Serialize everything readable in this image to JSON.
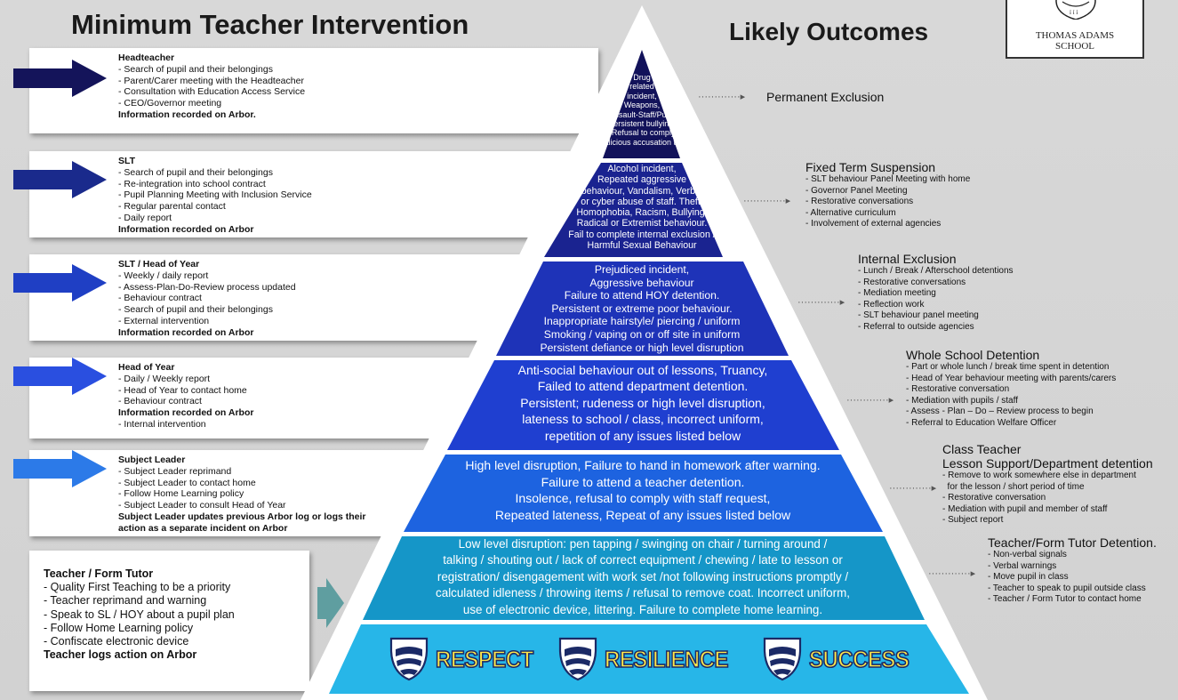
{
  "titles": {
    "main": "Minimum Teacher Intervention",
    "outcomes": "Likely Outcomes"
  },
  "logo": {
    "line1": "THOMAS ADAMS",
    "line2": "SCHOOL"
  },
  "interventions": [
    {
      "title": "Headteacher",
      "items": [
        "- Search of pupil and their belongings",
        "- Parent/Carer meeting with the Headteacher",
        "- Consultation with Education Access Service",
        "- CEO/Governor meeting"
      ],
      "info": "Information recorded on Arbor.",
      "extra": [],
      "arrow_color": "#14145a"
    },
    {
      "title": "SLT",
      "items": [
        "- Search of pupil and their belongings",
        "- Re-integration into school contract",
        "- Pupil Planning Meeting with Inclusion Service",
        "- Regular parental contact",
        "- Daily report"
      ],
      "info": "Information recorded on Arbor",
      "extra": [],
      "arrow_color": "#1a2a8c"
    },
    {
      "title": "SLT / Head of Year",
      "items": [
        "- Weekly / daily report",
        "- Assess-Plan-Do-Review process updated",
        "- Behaviour contract",
        "- Search of pupil and their belongings",
        "- External intervention"
      ],
      "info": "Information recorded on Arbor",
      "extra": [],
      "arrow_color": "#1f3fc4"
    },
    {
      "title": "Head of Year",
      "items": [
        "- Daily / Weekly report",
        "- Head of Year to contact home",
        "- Behaviour contract"
      ],
      "info": "Information recorded on Arbor",
      "extra": [
        "- Internal intervention"
      ],
      "arrow_color": "#2a4fe0"
    },
    {
      "title": "Subject Leader",
      "items": [
        "- Subject Leader reprimand",
        "- Subject Leader to contact home",
        "- Follow Home Learning policy",
        "- Subject Leader to consult Head of Year"
      ],
      "info": "Subject Leader updates previous Arbor log or logs their",
      "info2": "action as a separate incident on Arbor",
      "extra": [],
      "arrow_color": "#2c7ae8"
    }
  ],
  "tutor": {
    "title": "Teacher / Form Tutor",
    "items": [
      "- Quality First Teaching to be a priority",
      "- Teacher reprimand and warning",
      "- Speak to SL / HOY about a pupil plan",
      "- Follow Home Learning policy",
      "- Confiscate electronic device"
    ],
    "info": "Teacher logs action on Arbor",
    "arrow_color": "#5f9ea0"
  },
  "tiers": [
    {
      "lines": [
        "Drug",
        "related",
        "incident,",
        "Weapons,",
        "Assault-Staff/Pupil",
        "Persistent bullying,",
        "/ Refusal to comply.",
        "Malicious accusation to staff"
      ],
      "color": "#12125a"
    },
    {
      "lines": [
        "Alcohol incident,",
        "Repeated aggressive",
        "behaviour, Vandalism, Verbal",
        "or cyber abuse of staff. Theft,",
        "Homophobia, Racism, Bullying,",
        "Radical or Extremist behaviour.",
        "Fail to complete internal exclusion /",
        "Harmful Sexual Behaviour"
      ],
      "color": "#1a2390"
    },
    {
      "lines": [
        "Prejudiced incident,",
        "Aggressive behaviour",
        "Failure to attend HOY detention.",
        "Persistent or extreme poor behaviour.",
        "Inappropriate hairstyle/ piercing / uniform",
        "Smoking / vaping on or off site in uniform",
        "Persistent defiance or high level disruption"
      ],
      "color": "#1e33b8"
    },
    {
      "lines": [
        "Anti-social behaviour out of lessons, Truancy,",
        "Failed to attend department detention.",
        "Persistent; rudeness or high level disruption,",
        "lateness to school / class, incorrect uniform,",
        "repetition of any issues listed below"
      ],
      "color": "#1f3fd0"
    },
    {
      "lines": [
        "High level disruption, Failure to hand in homework after warning.",
        "Failure to attend a teacher detention.",
        "Insolence, refusal to comply with staff request,",
        "Repeated lateness, Repeat of any issues listed below"
      ],
      "color": "#1d63e0"
    },
    {
      "lines": [
        "Low level disruption: pen tapping / swinging on chair / turning around /",
        "talking / shouting out / lack of correct equipment / chewing / late to lesson or",
        "registration/ disengagement with work set /not following instructions promptly /",
        "calculated idleness / throwing items / refusal to remove coat. Incorrect uniform,",
        "use of electronic device, littering. Failure to complete home learning."
      ],
      "color": "#1596c8"
    }
  ],
  "values": [
    "RESPECT",
    "RESILIENCE",
    "SUCCESS"
  ],
  "base_color": "#27b6e8",
  "outcomes": [
    {
      "title": "Permanent Exclusion",
      "title2": "",
      "items": []
    },
    {
      "title": "Fixed Term Suspension",
      "title2": "",
      "items": [
        "- SLT behaviour Panel Meeting with home",
        "- Governor Panel Meeting",
        "- Restorative conversations",
        "- Alternative curriculum",
        "- Involvement of external agencies"
      ]
    },
    {
      "title": "Internal Exclusion",
      "title2": "",
      "items": [
        "- Lunch / Break / Afterschool detentions",
        "- Restorative conversations",
        "- Mediation meeting",
        "- Reflection work",
        "- SLT behaviour panel meeting",
        "- Referral to outside agencies"
      ]
    },
    {
      "title": "Whole School Detention",
      "title2": "",
      "items": [
        "- Part or whole lunch / break time spent in detention",
        "- Head of Year behaviour meeting with parents/carers",
        "- Restorative conversation",
        "- Mediation with pupils / staff",
        "- Assess - Plan – Do – Review process to begin",
        "- Referral to Education Welfare Officer"
      ]
    },
    {
      "title": "Class Teacher",
      "title2": "Lesson Support/Department detention",
      "items": [
        "- Remove to work somewhere else in department",
        "  for the lesson / short period of time",
        "- Restorative conversation",
        "- Mediation with pupil and member of staff",
        "- Subject report"
      ]
    },
    {
      "title": "Teacher/Form Tutor Detention.",
      "title2": "",
      "items": [
        "- Non-verbal signals",
        "- Verbal warnings",
        "- Move pupil in class",
        "- Teacher to speak to pupil outside class",
        "- Teacher / Form Tutor to contact home"
      ]
    }
  ]
}
